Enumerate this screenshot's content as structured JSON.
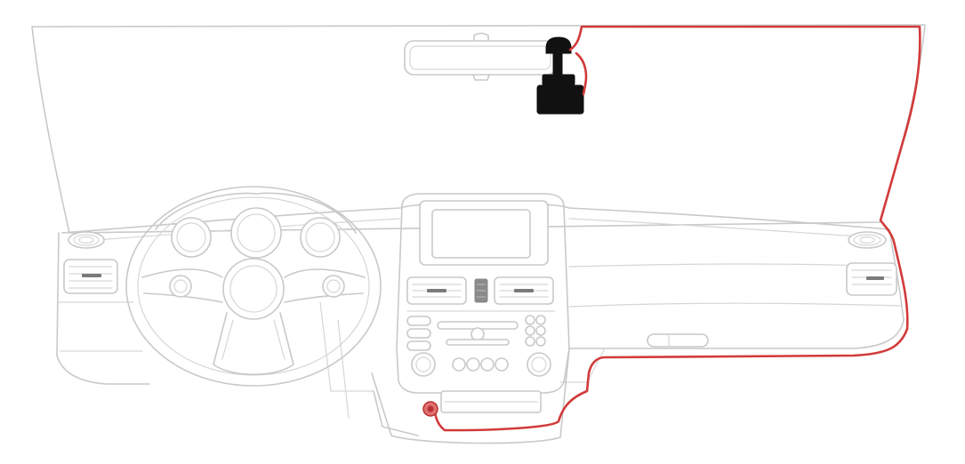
{
  "colors": {
    "outline": "#c9c9c9",
    "cable": "#d23a3a",
    "camera": "#111111",
    "background": "#ffffff"
  },
  "icons": [
    "windshield",
    "rear-view-mirror",
    "dash-camera",
    "power-cable",
    "steering-wheel",
    "instrument-cluster",
    "infotainment-screen",
    "air-vent",
    "speaker-grille",
    "glovebox-handle",
    "power-socket"
  ]
}
